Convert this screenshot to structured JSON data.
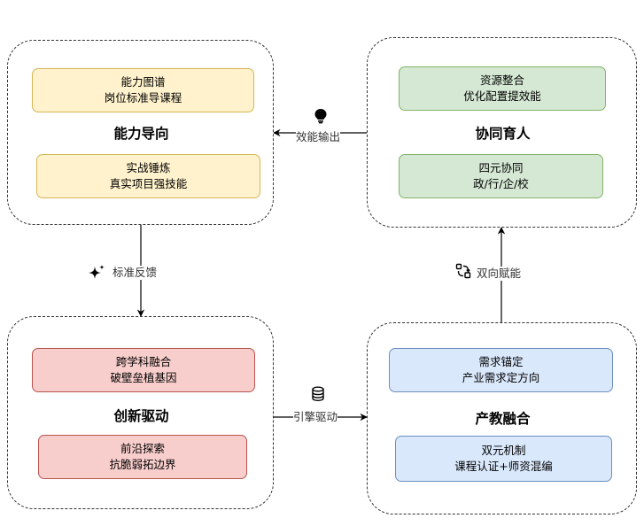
{
  "groups": {
    "ability": {
      "title": "能力导向",
      "cards": [
        {
          "line1": "能力图谱",
          "line2": "岗位标准导课程"
        },
        {
          "line1": "实战锤炼",
          "line2": "真实项目强技能"
        }
      ]
    },
    "collab": {
      "title": "协同育人",
      "cards": [
        {
          "line1": "资源整合",
          "line2": "优化配置提效能"
        },
        {
          "line1": "四元协同",
          "line2": "政/行/企/校"
        }
      ]
    },
    "innovation": {
      "title": "创新驱动",
      "cards": [
        {
          "line1": "跨学科融合",
          "line2": "破壁垒植基因"
        },
        {
          "line1": "前沿探索",
          "line2": "抗脆弱拓边界"
        }
      ]
    },
    "industry": {
      "title": "产教融合",
      "cards": [
        {
          "line1": "需求锚定",
          "line2": "产业需求定方向"
        },
        {
          "line1": "双元机制",
          "line2": "课程认证+师资混编"
        }
      ]
    }
  },
  "edges": {
    "efficiency_output": {
      "label": "效能输出",
      "icon": "lightbulb-icon"
    },
    "standard_feedback": {
      "label": "标准反馈",
      "icon": "sparkle-icon"
    },
    "engine_drive": {
      "label": "引擎驱动",
      "icon": "database-icon"
    },
    "bidirectional_empower": {
      "label": "双向赋能",
      "icon": "sync-icon"
    }
  }
}
